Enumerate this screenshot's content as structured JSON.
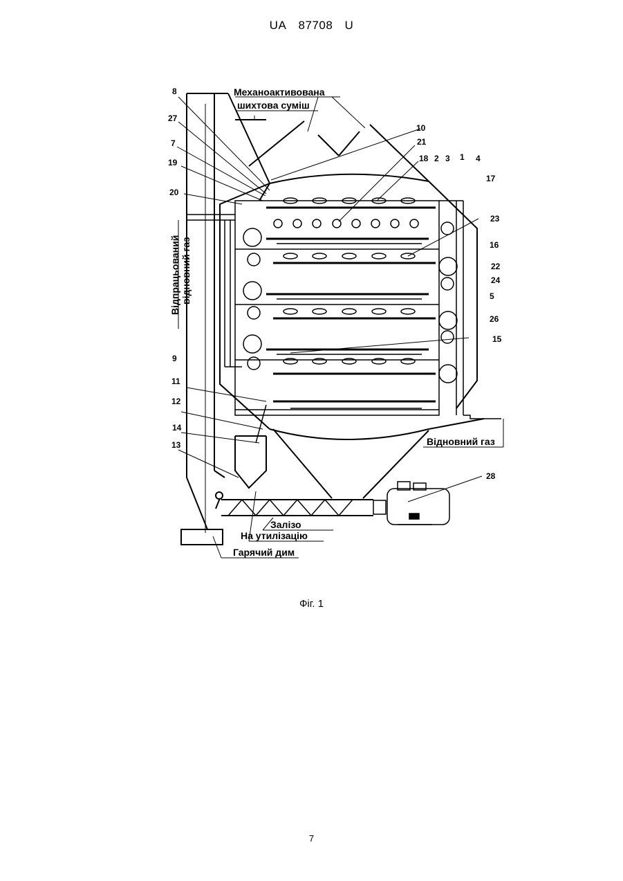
{
  "header": {
    "office": "UA",
    "number": "87708",
    "kind": "U"
  },
  "figure": {
    "caption": "Фіг. 1",
    "labels": {
      "mix_line1": "Механоактивована",
      "mix_line2": "шихтова суміш",
      "spent_gas": "Відпрацьований",
      "spent_gas2": "відновний газ",
      "reducing_gas": "Відновний газ",
      "iron": "Залізо",
      "utilization": "На утилізацію",
      "hot_smoke": "Гарячий дим"
    },
    "callouts": {
      "n1": "1",
      "n2": "2",
      "n3": "3",
      "n4": "4",
      "n5": "5",
      "n7": "7",
      "n8": "8",
      "n9": "9",
      "n10": "10",
      "n11": "11",
      "n12": "12",
      "n13": "13",
      "n14": "14",
      "n15": "15",
      "n16": "16",
      "n17": "17",
      "n18": "18",
      "n19": "19",
      "n20": "20",
      "n21": "21",
      "n22": "22",
      "n23": "23",
      "n24": "24",
      "n26": "26",
      "n27": "27",
      "n28": "28"
    }
  },
  "page_number": "7"
}
